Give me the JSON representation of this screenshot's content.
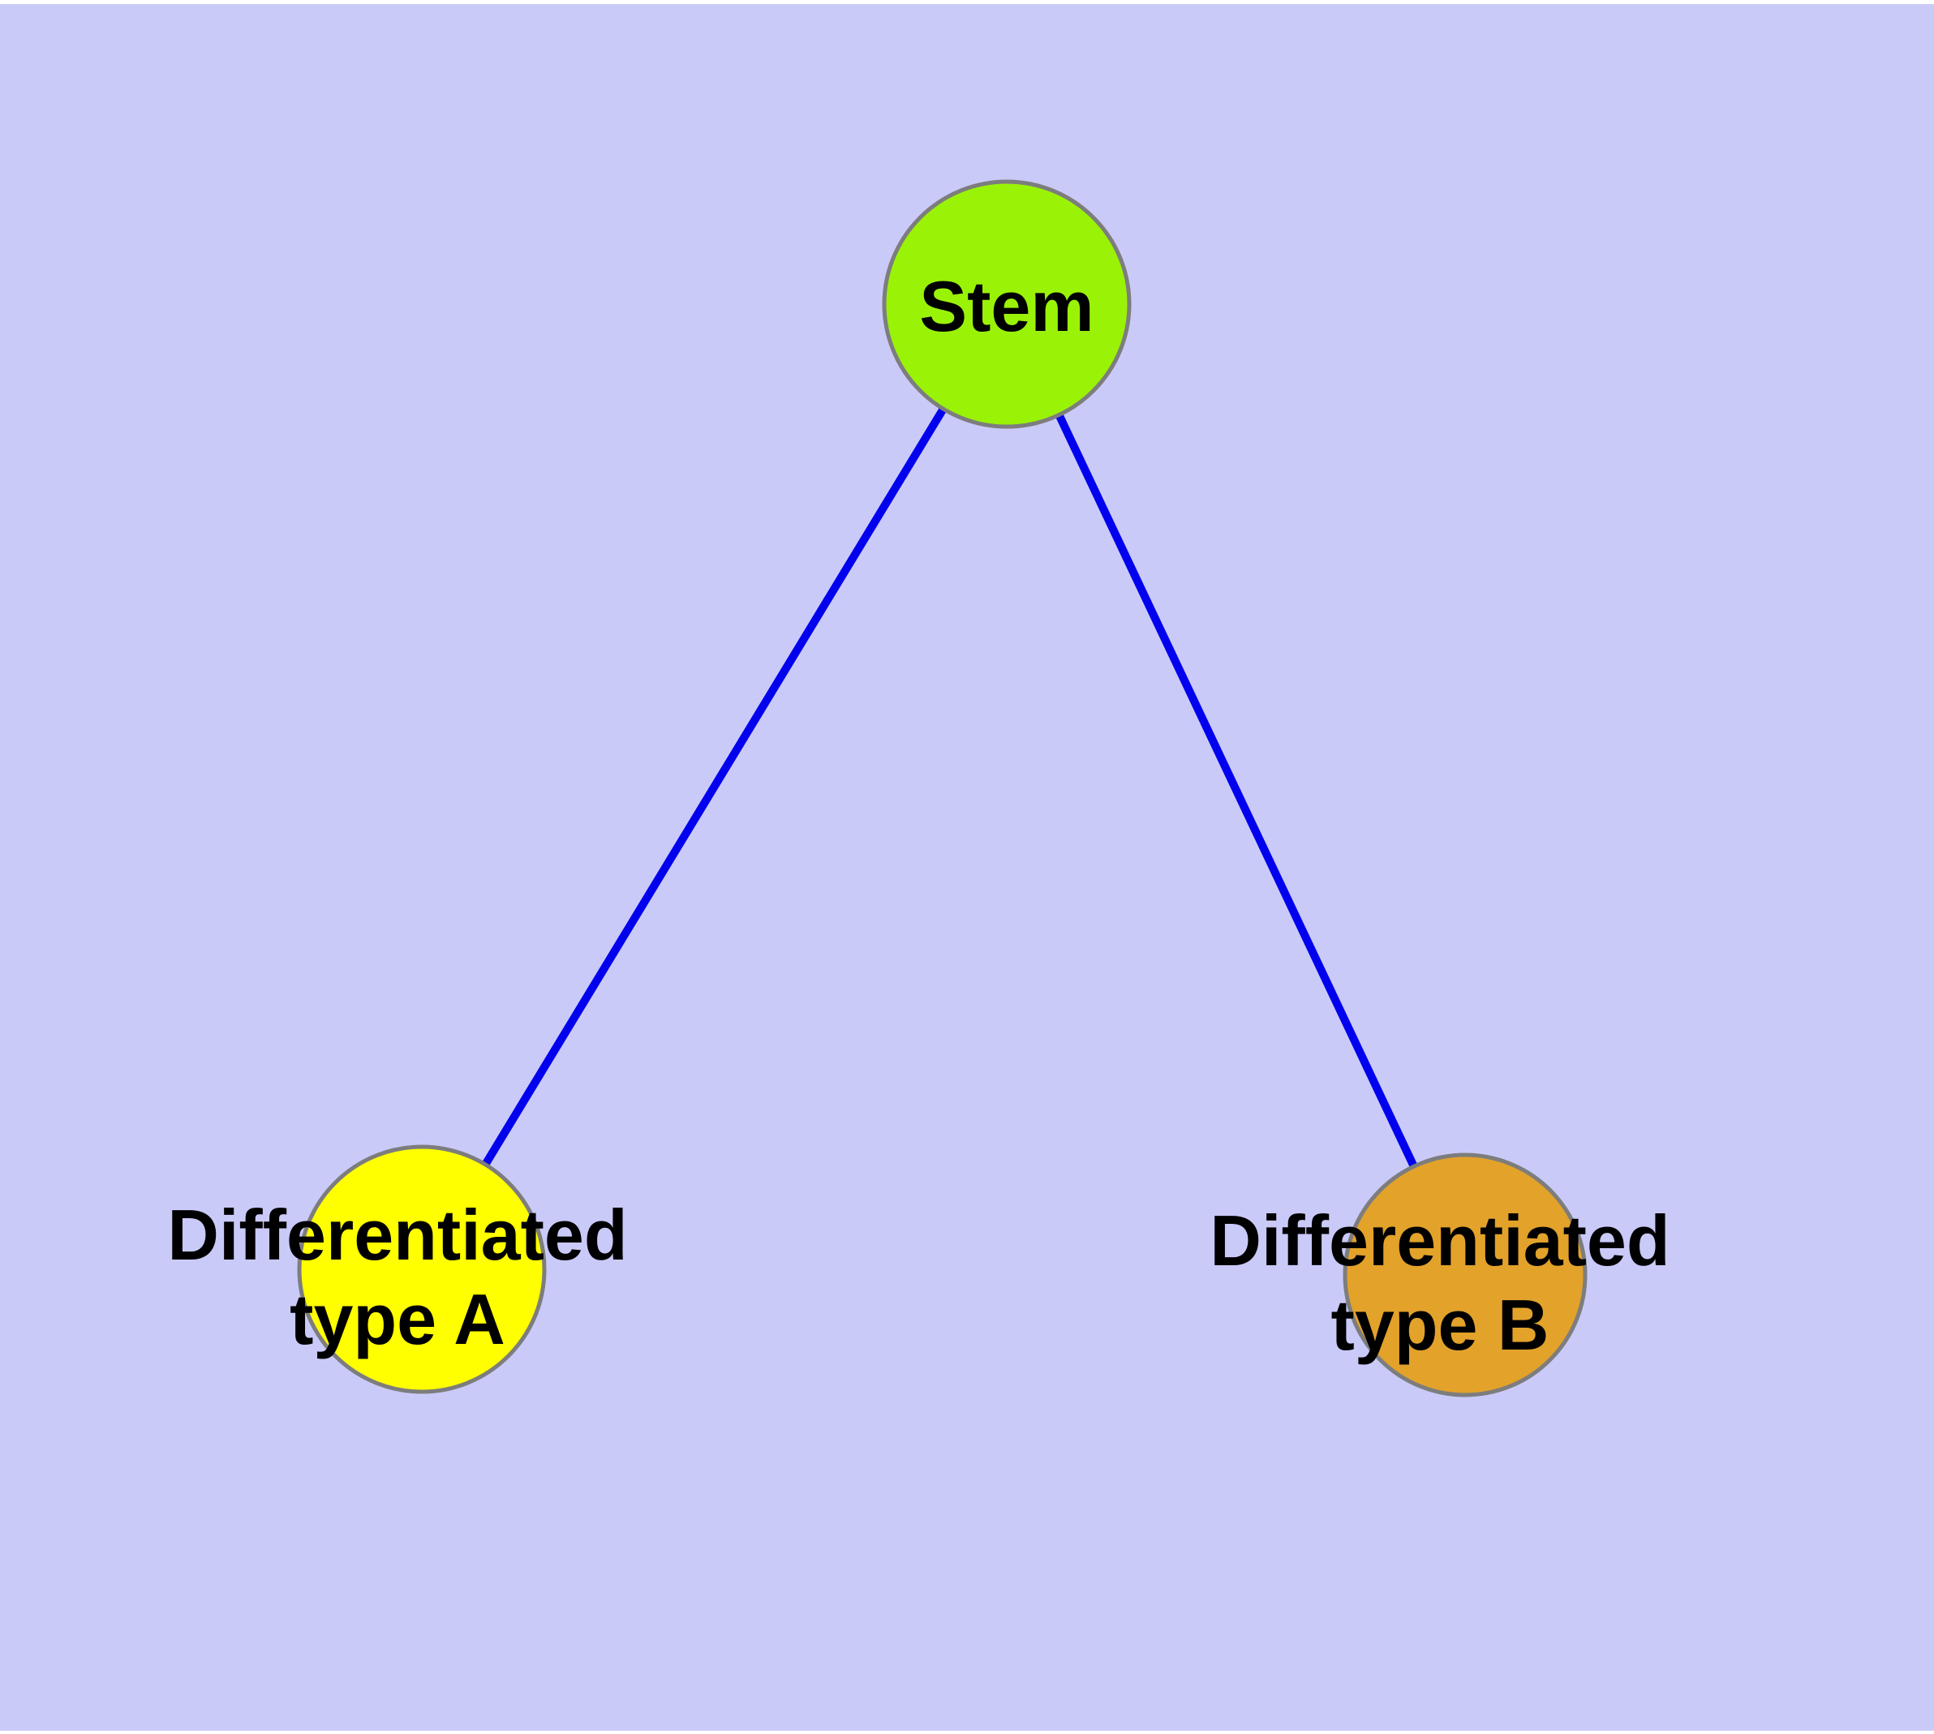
{
  "diagram": {
    "title": "",
    "background_color": "#cacaf9",
    "frame_strip_color": "#ffffff",
    "edge_color": "#0101ee",
    "node_border_color": "#7d7d7d",
    "label_color": "#000000",
    "nodes": [
      {
        "id": "stem",
        "label_lines": [
          "Stem"
        ],
        "color": "#9af307"
      },
      {
        "id": "diff-a",
        "label_lines": [
          "Differentiated",
          "type A"
        ],
        "color": "#ffff00"
      },
      {
        "id": "diff-b",
        "label_lines": [
          "Differentiated",
          "type B"
        ],
        "color": "#e3a22a"
      }
    ],
    "edges": [
      {
        "from": "stem",
        "to": "diff-a"
      },
      {
        "from": "stem",
        "to": "diff-b"
      }
    ]
  }
}
